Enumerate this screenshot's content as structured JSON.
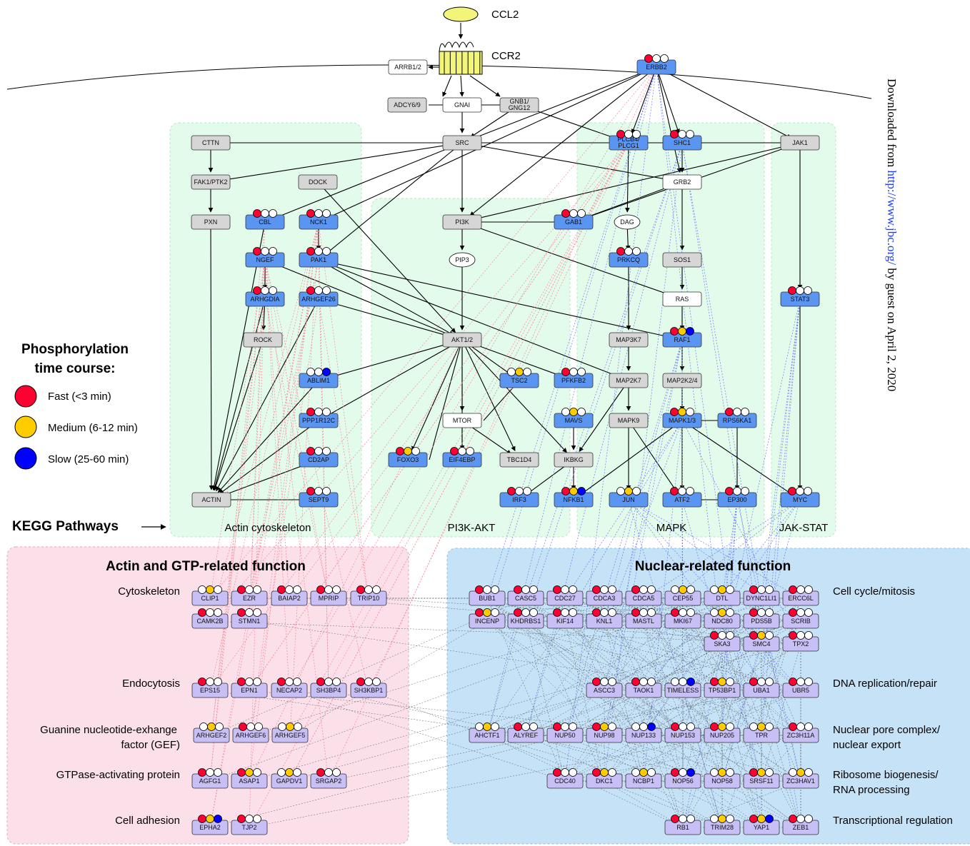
{
  "colors": {
    "fast": "#ff0033",
    "medium": "#ffcc00",
    "slow": "#0000ff",
    "phospho_node": "#5b95f2",
    "gray_node": "#d6d6d6",
    "purple_node": "#c7bff5",
    "kegg_bg": "#e3fbeb",
    "actin_func_bg": "#fbe0ea",
    "nuclear_func_bg": "#c6e2f6",
    "ligand": "#f2f57a",
    "receptor": "#f2f57a"
  },
  "watermark": {
    "prefix": "Downloaded from ",
    "link": "http://www.jbc.org/",
    "suffix": " by guest on April 2, 2020"
  },
  "legend": {
    "title_line1": "Phosphorylation",
    "title_line2": "time course:",
    "fast": "Fast (<3 min)",
    "medium": "Medium (6-12 min)",
    "slow": "Slow (25-60 min)",
    "kegg_label": "KEGG Pathways"
  },
  "pathways": [
    "Actin cytoskeleton",
    "PI3K-AKT",
    "MAPK",
    "JAK-STAT"
  ],
  "sections": {
    "actin_title": "Actin and GTP-related function",
    "nuclear_title": "Nuclear-related function"
  },
  "categories_left": [
    "Cytoskeleton",
    "Endocytosis",
    "Guanine nucleotide-exhange",
    "factor (GEF)",
    "GTPase-activating protein",
    "Cell adhesion"
  ],
  "categories_right": [
    "Cell cycle/mitosis",
    "DNA replication/repair",
    "Nuclear pore complex/",
    "nuclear export",
    "Ribosome biogenesis/",
    "RNA processing",
    "Transcriptional regulation"
  ],
  "ligand": "CCL2",
  "receptor": "CCR2",
  "nodes": [
    {
      "id": "ARRB1/2",
      "t": "w",
      "d": ""
    },
    {
      "id": "ERBB2",
      "t": "b",
      "d": "F00"
    },
    {
      "id": "ADCY6/9",
      "t": "g",
      "d": ""
    },
    {
      "id": "GNAI",
      "t": "w",
      "d": ""
    },
    {
      "id": "GNB1/\nGNG12",
      "t": "g",
      "d": ""
    },
    {
      "id": "CTTN",
      "t": "g",
      "d": ""
    },
    {
      "id": "SRC",
      "t": "g",
      "d": ""
    },
    {
      "id": "PLCB4/\nPLCG1",
      "t": "b",
      "d": "F00"
    },
    {
      "id": "SHC1",
      "t": "b",
      "d": "F00"
    },
    {
      "id": "JAK1",
      "t": "g",
      "d": ""
    },
    {
      "id": "FAK1/PTK2",
      "t": "g",
      "d": ""
    },
    {
      "id": "DOCK",
      "t": "g",
      "d": ""
    },
    {
      "id": "GRB2",
      "t": "w",
      "d": ""
    },
    {
      "id": "PXN",
      "t": "g",
      "d": ""
    },
    {
      "id": "CBL",
      "t": "b",
      "d": "F00"
    },
    {
      "id": "NCK1",
      "t": "b",
      "d": "F00"
    },
    {
      "id": "PI3K",
      "t": "g",
      "d": ""
    },
    {
      "id": "GAB1",
      "t": "b",
      "d": "F00"
    },
    {
      "id": "DAG",
      "t": "o",
      "d": ""
    },
    {
      "id": "PIP3",
      "t": "o",
      "d": ""
    },
    {
      "id": "NGEF",
      "t": "b",
      "d": "F00"
    },
    {
      "id": "PAK1",
      "t": "b",
      "d": "F00"
    },
    {
      "id": "PRKCQ",
      "t": "b",
      "d": "F00"
    },
    {
      "id": "SOS1",
      "t": "g",
      "d": ""
    },
    {
      "id": "ARHGDIA",
      "t": "b",
      "d": "F00"
    },
    {
      "id": "ARHGEF26",
      "t": "b",
      "d": "F00"
    },
    {
      "id": "RAS",
      "t": "w",
      "d": ""
    },
    {
      "id": "STAT3",
      "t": "b",
      "d": "F00"
    },
    {
      "id": "ROCK",
      "t": "g",
      "d": ""
    },
    {
      "id": "AKT1/2",
      "t": "g",
      "d": ""
    },
    {
      "id": "MAP3K7",
      "t": "g",
      "d": ""
    },
    {
      "id": "RAF1",
      "t": "b",
      "d": "FMS"
    },
    {
      "id": "ABLIM1",
      "t": "b",
      "d": "00S"
    },
    {
      "id": "TSC2",
      "t": "b",
      "d": "0M0"
    },
    {
      "id": "PFKFB2",
      "t": "b",
      "d": "F00"
    },
    {
      "id": "MAP2K7",
      "t": "g",
      "d": ""
    },
    {
      "id": "MAP2K2/4",
      "t": "g",
      "d": ""
    },
    {
      "id": "PPP1R12C",
      "t": "b",
      "d": "F00"
    },
    {
      "id": "MTOR",
      "t": "w",
      "d": ""
    },
    {
      "id": "MAVS",
      "t": "b",
      "d": "0M0"
    },
    {
      "id": "MAPK9",
      "t": "g",
      "d": ""
    },
    {
      "id": "MAPK1/3",
      "t": "b",
      "d": "FM0"
    },
    {
      "id": "RPS6KA1",
      "t": "b",
      "d": "F00"
    },
    {
      "id": "CD2AP",
      "t": "b",
      "d": "F00"
    },
    {
      "id": "FOXO3",
      "t": "b",
      "d": "FM0"
    },
    {
      "id": "EIF4EBP",
      "t": "b",
      "d": "F00"
    },
    {
      "id": "TBC1D4",
      "t": "g",
      "d": ""
    },
    {
      "id": "IKBKG",
      "t": "g",
      "d": ""
    },
    {
      "id": "ACTIN",
      "t": "g",
      "d": ""
    },
    {
      "id": "SEPT9",
      "t": "b",
      "d": "F00"
    },
    {
      "id": "IRF3",
      "t": "b",
      "d": "F00"
    },
    {
      "id": "NFKB1",
      "t": "b",
      "d": "FMS"
    },
    {
      "id": "JUN",
      "t": "b",
      "d": "0M0"
    },
    {
      "id": "ATF2",
      "t": "b",
      "d": "F00"
    },
    {
      "id": "EP300",
      "t": "b",
      "d": "F00"
    },
    {
      "id": "MYC",
      "t": "b",
      "d": "F00"
    },
    {
      "id": "CLIP1",
      "t": "p",
      "d": "0M0"
    },
    {
      "id": "EZR",
      "t": "p",
      "d": "F00"
    },
    {
      "id": "BAIAP2",
      "t": "p",
      "d": "F00"
    },
    {
      "id": "MPRIP",
      "t": "p",
      "d": "F00"
    },
    {
      "id": "TRIP10",
      "t": "p",
      "d": "F00"
    },
    {
      "id": "CAMK2B",
      "t": "p",
      "d": "F00"
    },
    {
      "id": "STMN1",
      "t": "p",
      "d": "F00"
    },
    {
      "id": "EPS15",
      "t": "p",
      "d": "F00"
    },
    {
      "id": "EPN1",
      "t": "p",
      "d": "F00"
    },
    {
      "id": "NECAP2",
      "t": "p",
      "d": "F00"
    },
    {
      "id": "SH3BP4",
      "t": "p",
      "d": "F00"
    },
    {
      "id": "SH3KBP1",
      "t": "p",
      "d": "F00"
    },
    {
      "id": "ARHGEF2",
      "t": "p",
      "d": "0M0"
    },
    {
      "id": "ARHGEF6",
      "t": "p",
      "d": "F00"
    },
    {
      "id": "ARHGEF5",
      "t": "p",
      "d": "0M0"
    },
    {
      "id": "AGFG1",
      "t": "p",
      "d": "F00"
    },
    {
      "id": "ASAP1",
      "t": "p",
      "d": "FM0"
    },
    {
      "id": "GAPDV1",
      "t": "p",
      "d": "0M0"
    },
    {
      "id": "SRGAP2",
      "t": "p",
      "d": "F00"
    },
    {
      "id": "EPHA2",
      "t": "p",
      "d": "FMS"
    },
    {
      "id": "TJP2",
      "t": "p",
      "d": "F00"
    },
    {
      "id": "BUB1",
      "t": "p",
      "d": "F00"
    },
    {
      "id": "CASC5",
      "t": "p",
      "d": "F00"
    },
    {
      "id": "CDC27",
      "t": "p",
      "d": "F00"
    },
    {
      "id": "CDCA3",
      "t": "p",
      "d": "F00"
    },
    {
      "id": "CDCA5",
      "t": "p",
      "d": "F00"
    },
    {
      "id": "CEP55",
      "t": "p",
      "d": "0M0"
    },
    {
      "id": "DTL",
      "t": "p",
      "d": "0M0"
    },
    {
      "id": "DYNC1LI1",
      "t": "p",
      "d": "F00"
    },
    {
      "id": "ERCC6L",
      "t": "p",
      "d": "F00"
    },
    {
      "id": "INCENP",
      "t": "p",
      "d": "FM0"
    },
    {
      "id": "KHDRBS1",
      "t": "p",
      "d": "F00"
    },
    {
      "id": "KIF14",
      "t": "p",
      "d": "F00"
    },
    {
      "id": "KNL1",
      "t": "p",
      "d": "F00"
    },
    {
      "id": "MASTL",
      "t": "p",
      "d": "F00"
    },
    {
      "id": "MKI67",
      "t": "p",
      "d": "F00"
    },
    {
      "id": "NDC80",
      "t": "p",
      "d": "0M0"
    },
    {
      "id": "PDS5B",
      "t": "p",
      "d": "F00"
    },
    {
      "id": "SCRIB",
      "t": "p",
      "d": "F00"
    },
    {
      "id": "SKA3",
      "t": "p",
      "d": "F00"
    },
    {
      "id": "SMC4",
      "t": "p",
      "d": "FM0"
    },
    {
      "id": "TPX2",
      "t": "p",
      "d": "F00"
    },
    {
      "id": "ASCC3",
      "t": "p",
      "d": "F00"
    },
    {
      "id": "TAOK1",
      "t": "p",
      "d": "F00"
    },
    {
      "id": "TIMELESS",
      "t": "p",
      "d": "00S"
    },
    {
      "id": "TP53BP1",
      "t": "p",
      "d": "FM0"
    },
    {
      "id": "UBA1",
      "t": "p",
      "d": "F00"
    },
    {
      "id": "UBR5",
      "t": "p",
      "d": "F00"
    },
    {
      "id": "AHCTF1",
      "t": "p",
      "d": "0M0"
    },
    {
      "id": "ALYREF",
      "t": "p",
      "d": "F00"
    },
    {
      "id": "NUP50",
      "t": "p",
      "d": "F00"
    },
    {
      "id": "NUP98",
      "t": "p",
      "d": "FM0"
    },
    {
      "id": "NUP133",
      "t": "p",
      "d": "00S"
    },
    {
      "id": "NUP153",
      "t": "p",
      "d": "F00"
    },
    {
      "id": "NUP205",
      "t": "p",
      "d": "FM0"
    },
    {
      "id": "TPR",
      "t": "p",
      "d": "0M0"
    },
    {
      "id": "ZC3H11A",
      "t": "p",
      "d": "F00"
    },
    {
      "id": "CDC40",
      "t": "p",
      "d": "F00"
    },
    {
      "id": "DKC1",
      "t": "p",
      "d": "FM0"
    },
    {
      "id": "NCBP1",
      "t": "p",
      "d": "0M0"
    },
    {
      "id": "NOP56",
      "t": "p",
      "d": "F0S"
    },
    {
      "id": "NOP58",
      "t": "p",
      "d": "0M0"
    },
    {
      "id": "SRSF11",
      "t": "p",
      "d": "FM0"
    },
    {
      "id": "ZC3HAV1",
      "t": "p",
      "d": "0M0"
    },
    {
      "id": "RB1",
      "t": "p",
      "d": "F00"
    },
    {
      "id": "TRIM28",
      "t": "p",
      "d": "0M0"
    },
    {
      "id": "YAP1",
      "t": "p",
      "d": "FMS"
    },
    {
      "id": "ZEB1",
      "t": "p",
      "d": "F00"
    }
  ]
}
